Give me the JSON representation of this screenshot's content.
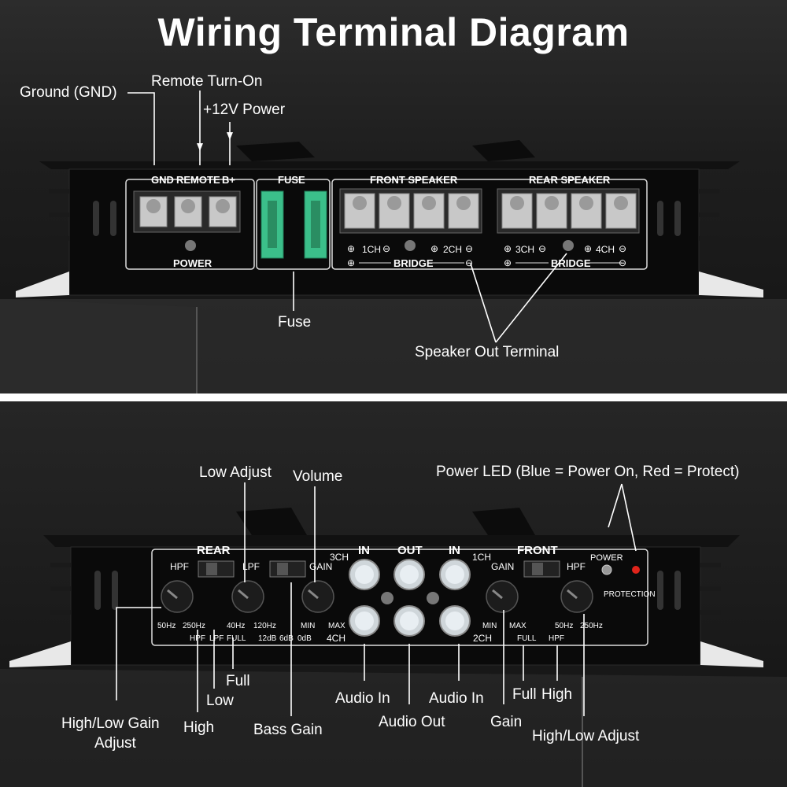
{
  "title": "Wiring Terminal Diagram",
  "top": {
    "callouts": {
      "ground": "Ground (GND)",
      "remote": "Remote Turn-On",
      "power12": "+12V Power",
      "fuse": "Fuse",
      "speaker_out": "Speaker Out Terminal"
    },
    "panel": {
      "gnd": "GND",
      "remote": "REMOTE",
      "bplus": "B+",
      "power": "POWER",
      "fuse": "FUSE",
      "front_speaker": "FRONT SPEAKER",
      "rear_speaker": "REAR SPEAKER",
      "ch1": "1CH",
      "ch2": "2CH",
      "ch3": "3CH",
      "ch4": "4CH",
      "bridge": "BRIDGE",
      "plus": "⊕",
      "minus": "⊖"
    }
  },
  "bottom": {
    "callouts": {
      "low_adjust": "Low Adjust",
      "volume": "Volume",
      "power_led": "Power LED (Blue = Power On, Red = Protect)",
      "hl_gain_1": "High/Low Gain",
      "hl_gain_2": "Adjust",
      "high": "High",
      "low": "Low",
      "full": "Full",
      "bass_gain": "Bass Gain",
      "audio_in_left": "Audio In",
      "audio_out": "Audio Out",
      "audio_in_right": "Audio In",
      "full_right": "Full",
      "high_right": "High",
      "gain": "Gain",
      "hl_adjust": "High/Low Adjust"
    },
    "panel": {
      "rear": "REAR",
      "front": "FRONT",
      "hpf": "HPF",
      "lpf": "LPF",
      "gain": "GAIN",
      "in": "IN",
      "out": "OUT",
      "ch1": "1CH",
      "ch2": "2CH",
      "ch3": "3CH",
      "ch4": "4CH",
      "hz50": "50Hz",
      "hz250": "250Hz",
      "hz40": "40Hz",
      "hz120": "120Hz",
      "db12": "12dB",
      "db6": "6dB",
      "db0": "0dB",
      "min": "MIN",
      "max": "MAX",
      "full": "FULL",
      "power": "POWER",
      "protection": "PROTECTION"
    }
  },
  "colors": {
    "fuse": "#3bbf8a",
    "led_red": "#e0241b",
    "rca_white": "#e8eef2",
    "line": "#ffffff"
  }
}
